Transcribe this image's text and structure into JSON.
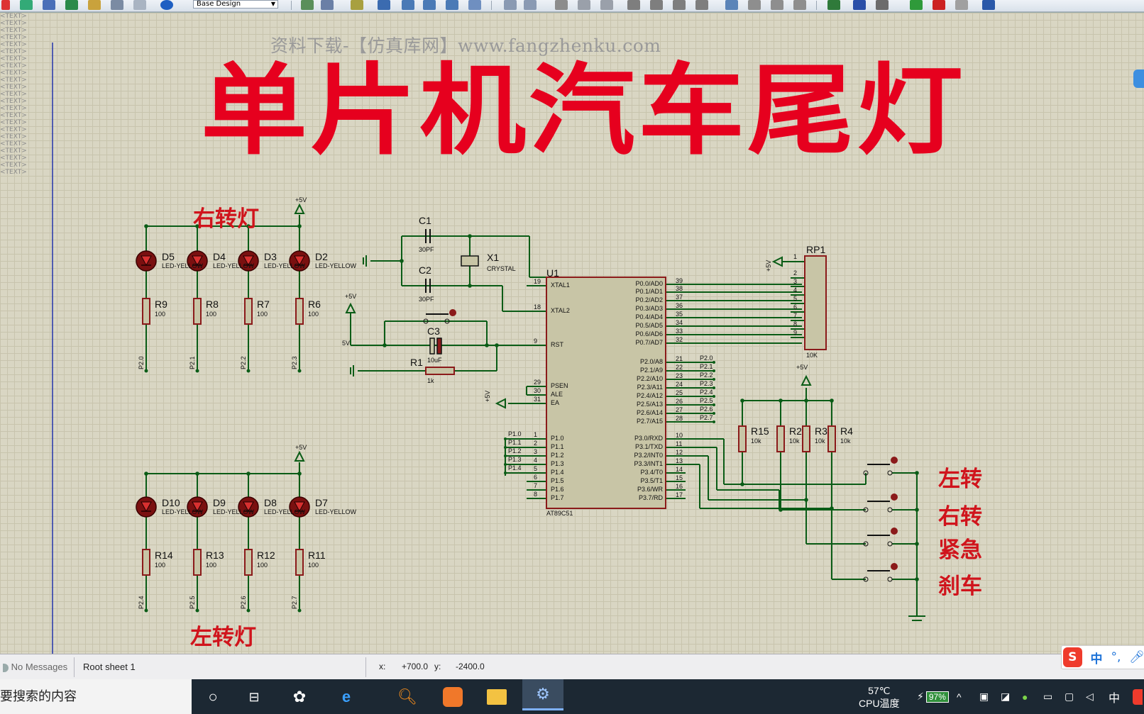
{
  "toolbar": {
    "design_combo": "Base Design"
  },
  "watermark": "资料下载-【仿真库网】www.fangzhenku.com",
  "title": "单片机汽车尾灯",
  "labels": {
    "right_turn_lights": "右转灯",
    "left_turn_lights": "左转灯",
    "btn_left": "左转",
    "btn_right": "右转",
    "btn_emergency": "紧急",
    "btn_brake": "刹车"
  },
  "power": {
    "vcc": "+5V",
    "v5": "5V"
  },
  "components": {
    "leds_top": [
      {
        "ref": "D5",
        "type": "LED-YELLOW",
        "text": "<TEXT>"
      },
      {
        "ref": "D4",
        "type": "LED-YELLOW",
        "text": "<TEXT>"
      },
      {
        "ref": "D3",
        "type": "LED-YELLOW",
        "text": "<TEXT>"
      },
      {
        "ref": "D2",
        "type": "LED-YELLOW",
        "text": "<TEXT>"
      }
    ],
    "res_top": [
      {
        "ref": "R9",
        "value": "100",
        "text": "<TEXT>",
        "net": "P2.0"
      },
      {
        "ref": "R8",
        "value": "100",
        "text": "<TEXT>",
        "net": "P2.1"
      },
      {
        "ref": "R7",
        "value": "100",
        "text": "<TEXT>",
        "net": "P2.2"
      },
      {
        "ref": "R6",
        "value": "100",
        "text": "<TEXT>",
        "net": "P2.3"
      }
    ],
    "leds_bottom": [
      {
        "ref": "D10",
        "type": "LED-YELLOW",
        "text": "<TEXT>"
      },
      {
        "ref": "D9",
        "type": "LED-YELLOW",
        "text": "<TEXT>"
      },
      {
        "ref": "D8",
        "type": "LED-YELLOW",
        "text": "<TEXT>"
      },
      {
        "ref": "D7",
        "type": "LED-YELLOW",
        "text": "<TEXT>"
      }
    ],
    "res_bottom": [
      {
        "ref": "R14",
        "value": "100",
        "text": "<TEXT>",
        "net": "P2.4"
      },
      {
        "ref": "R13",
        "value": "100",
        "text": "<TEXT>",
        "net": "P2.5"
      },
      {
        "ref": "R12",
        "value": "100",
        "text": "<TEXT>",
        "net": "P2.6"
      },
      {
        "ref": "R11",
        "value": "100",
        "text": "<TEXT>",
        "net": "P2.7"
      }
    ],
    "c1": {
      "ref": "C1",
      "value": "30PF",
      "text": "<TEXT>"
    },
    "c2": {
      "ref": "C2",
      "value": "30PF",
      "text": "<TEXT>"
    },
    "c3": {
      "ref": "C3",
      "value": "10uF",
      "text": "<TEXT>"
    },
    "x1": {
      "ref": "X1",
      "value": "CRYSTAL",
      "text": "<TEXT>"
    },
    "r1": {
      "ref": "R1",
      "value": "1k",
      "text": "<TEXT>"
    },
    "rp1": {
      "ref": "RP1",
      "value": "10K",
      "text": "<TEXT>",
      "pins": [
        "1",
        "2",
        "3",
        "4",
        "5",
        "6",
        "7",
        "8",
        "9"
      ]
    },
    "u1": {
      "ref": "U1",
      "part": "AT89C51",
      "text": "<TEXT>",
      "left_pins": [
        {
          "num": "19",
          "name": "XTAL1"
        },
        {
          "num": "18",
          "name": "XTAL2"
        },
        {
          "num": "9",
          "name": "RST"
        },
        {
          "num": "29",
          "name": "PSEN"
        },
        {
          "num": "30",
          "name": "ALE"
        },
        {
          "num": "31",
          "name": "EA"
        },
        {
          "num": "1",
          "name": "P1.0"
        },
        {
          "num": "2",
          "name": "P1.1"
        },
        {
          "num": "3",
          "name": "P1.2"
        },
        {
          "num": "4",
          "name": "P1.3"
        },
        {
          "num": "5",
          "name": "P1.4"
        },
        {
          "num": "6",
          "name": "P1.5"
        },
        {
          "num": "7",
          "name": "P1.6"
        },
        {
          "num": "8",
          "name": "P1.7"
        }
      ],
      "right_pins": [
        {
          "num": "39",
          "name": "P0.0/AD0"
        },
        {
          "num": "38",
          "name": "P0.1/AD1"
        },
        {
          "num": "37",
          "name": "P0.2/AD2"
        },
        {
          "num": "36",
          "name": "P0.3/AD3"
        },
        {
          "num": "35",
          "name": "P0.4/AD4"
        },
        {
          "num": "34",
          "name": "P0.5/AD5"
        },
        {
          "num": "33",
          "name": "P0.6/AD6"
        },
        {
          "num": "32",
          "name": "P0.7/AD7"
        },
        {
          "num": "21",
          "name": "P2.0/A8"
        },
        {
          "num": "22",
          "name": "P2.1/A9"
        },
        {
          "num": "23",
          "name": "P2.2/A10"
        },
        {
          "num": "24",
          "name": "P2.3/A11"
        },
        {
          "num": "25",
          "name": "P2.4/A12"
        },
        {
          "num": "26",
          "name": "P2.5/A13"
        },
        {
          "num": "27",
          "name": "P2.6/A14"
        },
        {
          "num": "28",
          "name": "P2.7/A15"
        },
        {
          "num": "10",
          "name": "P3.0/RXD"
        },
        {
          "num": "11",
          "name": "P3.1/TXD"
        },
        {
          "num": "12",
          "name": "P3.2/INT0"
        },
        {
          "num": "13",
          "name": "P3.3/INT1"
        },
        {
          "num": "14",
          "name": "P3.4/T0"
        },
        {
          "num": "15",
          "name": "P3.5/T1"
        },
        {
          "num": "16",
          "name": "P3.6/WR"
        },
        {
          "num": "17",
          "name": "P3.7/RD"
        }
      ],
      "p2_nets": [
        "P2.0",
        "P2.1",
        "P2.2",
        "P2.3",
        "P2.4",
        "P2.5",
        "P2.6",
        "P2.7"
      ],
      "p1_nets": [
        "P1.0",
        "P1.1",
        "P1.2",
        "P1.3",
        "P1.4"
      ]
    },
    "pullups": [
      {
        "ref": "R15",
        "value": "10k"
      },
      {
        "ref": "R2",
        "value": "10k"
      },
      {
        "ref": "R3",
        "value": "10k"
      },
      {
        "ref": "R4",
        "value": "10k"
      }
    ]
  },
  "status": {
    "messages": "No Messages",
    "sheet": "Root sheet 1",
    "x_label": "x:",
    "x_value": "+700.0",
    "y_label": "y:",
    "y_value": "-2400.0"
  },
  "taskbar": {
    "search_placeholder": "要搜索的内容",
    "temperature": "57℃",
    "temp_label": "CPU温度",
    "battery": "97%",
    "ime_lang": "中"
  },
  "ime": {
    "lang": "中",
    "punct": "°,"
  },
  "colors": {
    "title_red": "#e6001e",
    "wire_green": "#0a5c16",
    "component_red": "#8b1a1a",
    "chip_fill": "#c8c5a6"
  }
}
